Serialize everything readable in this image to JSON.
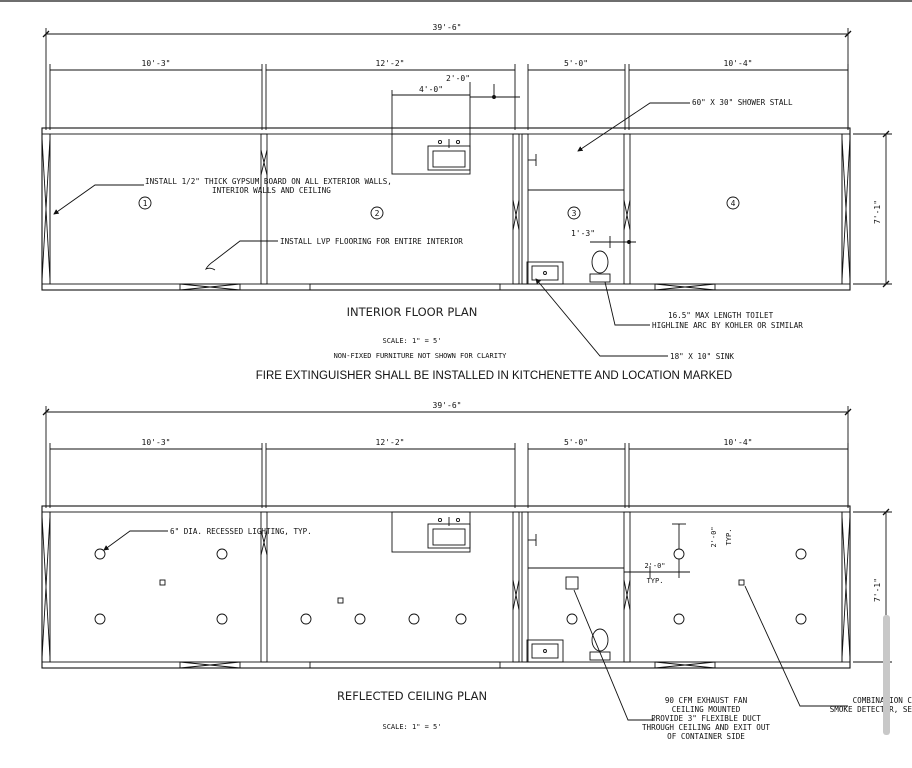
{
  "floor_plan": {
    "title": "INTERIOR FLOOR PLAN",
    "scale": "SCALE: 1\" = 5'",
    "note": "NON-FIXED FURNITURE NOT SHOWN FOR CLARITY",
    "dims": {
      "overall": "39'-6\"",
      "room1": "10'-3\"",
      "room2": "12'-2\"",
      "room3": "5'-0\"",
      "room4": "10'-4\"",
      "counter": "4'-0\"",
      "counter_gap": "2'-0\"",
      "toilet_clear": "1'-3\"",
      "height": "7'-1\""
    },
    "rooms": [
      "1",
      "2",
      "3",
      "4"
    ],
    "callouts": {
      "gypsum_line1": "INSTALL 1/2\" THICK GYPSUM BOARD ON ALL EXTERIOR WALLS,",
      "gypsum_line2": "INTERIOR WALLS AND CEILING",
      "flooring": "INSTALL LVP FLOORING FOR ENTIRE INTERIOR",
      "shower": "60\" X 30\" SHOWER STALL",
      "toilet_line1": "16.5\" MAX LENGTH TOILET",
      "toilet_line2": "HIGHLINE ARC BY KOHLER OR SIMILAR",
      "sink": "18\" X 10\" SINK"
    }
  },
  "fire_note": "FIRE EXTINGUISHER SHALL BE INSTALLED IN KITCHENETTE AND LOCATION MARKED",
  "ceiling_plan": {
    "title": "REFLECTED CEILING PLAN",
    "scale": "SCALE: 1\" = 5'",
    "dims": {
      "overall": "39'-6\"",
      "room1": "10'-3\"",
      "room2": "12'-2\"",
      "room3": "5'-0\"",
      "room4": "10'-4\"",
      "height": "7'-1\"",
      "typ_vertical": "2'-0\"",
      "typ_horizontal": "2'-0\"",
      "typ_label": "TYP."
    },
    "callouts": {
      "lighting": "6\" DIA. RECESSED LIGHTING, TYP.",
      "fan_line1": "90 CFM EXHAUST FAN",
      "fan_line2": "CEILING  MOUNTED",
      "fan_line3": "PROVIDE 3\" FLEXIBLE DUCT",
      "fan_line4": "THROUGH CEILING AND EXIT OUT",
      "fan_line5": "OF CONTAINER SIDE",
      "smoke_line1": "COMBINATION C",
      "smoke_line2": "SMOKE DETECTOR, SE"
    }
  }
}
